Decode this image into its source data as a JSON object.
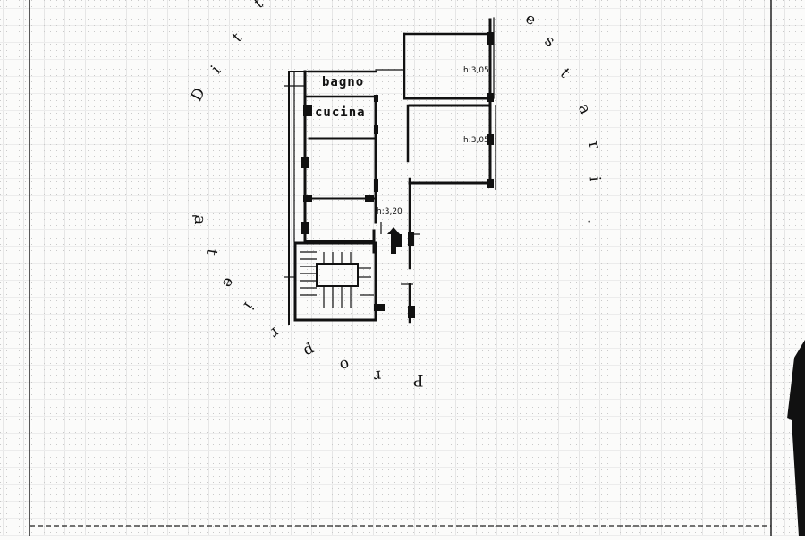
{
  "rooms": {
    "bagno": "bagno",
    "cucina": "cucina"
  },
  "heights": {
    "upper_room": "h:3,05",
    "middle_room": "h:3,05",
    "corridor": "h:3,20"
  },
  "stamp_text": {
    "left_arc": "Ditt",
    "right_arc": "estari.",
    "bottom_arc": "Proprieta'"
  }
}
